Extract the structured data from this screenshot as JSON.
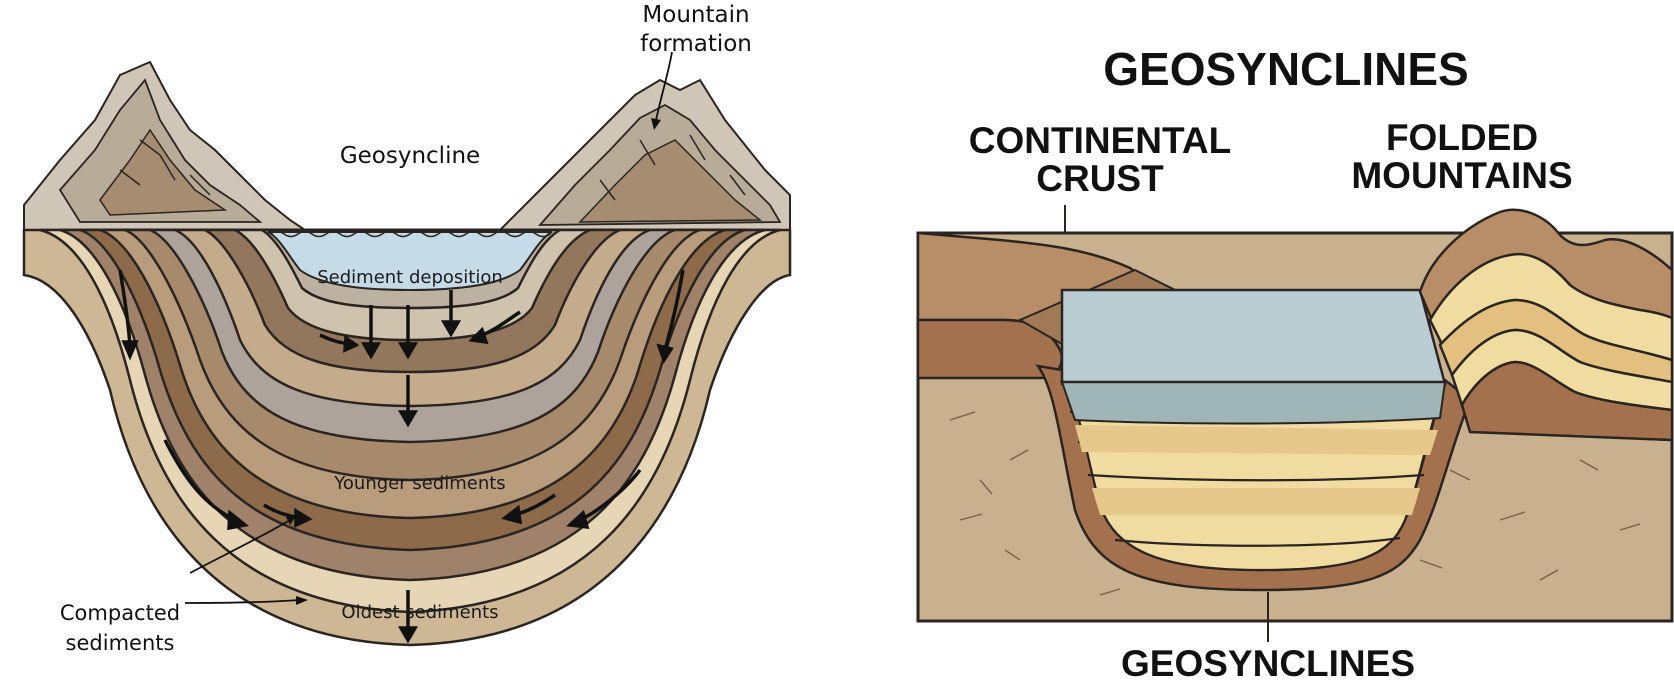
{
  "left_diagram": {
    "labels": {
      "mountain_formation_1": "Mountain",
      "mountain_formation_2": "formation",
      "geosyncline": "Geosyncline",
      "sediment_deposition": "Sediment deposition",
      "younger_sediments": "Younger sediments",
      "oldest_sediments": "Oldest sediments",
      "compacted_1": "Compacted",
      "compacted_2": "sediments"
    }
  },
  "right_diagram": {
    "title": "GEOSYNCLINES",
    "labels": {
      "continental_1": "CONTINENTAL",
      "continental_2": "CRUST",
      "folded_1": "FOLDED",
      "folded_2": "MOUNTAINS",
      "bottom": "GEOSYNCLINES"
    }
  },
  "colors": {
    "water_left": "#c6dbe8",
    "water_right": "#b9cdd3",
    "earth": "#c9b08e",
    "brown_dark": "#8c6a4a",
    "yellow_layer": "#f0dca0",
    "mountain_grey": "#c8bfb1"
  }
}
